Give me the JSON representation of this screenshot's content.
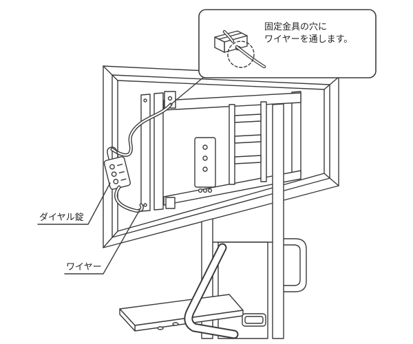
{
  "diagram": {
    "callout": {
      "line1": "固定金具の穴に",
      "line2": "ワイヤーを通します。"
    },
    "labels": {
      "dial_lock": "ダイヤル錠",
      "wire": "ワイヤー"
    },
    "colors": {
      "line": "#3a3a3a",
      "background": "#ffffff"
    }
  }
}
